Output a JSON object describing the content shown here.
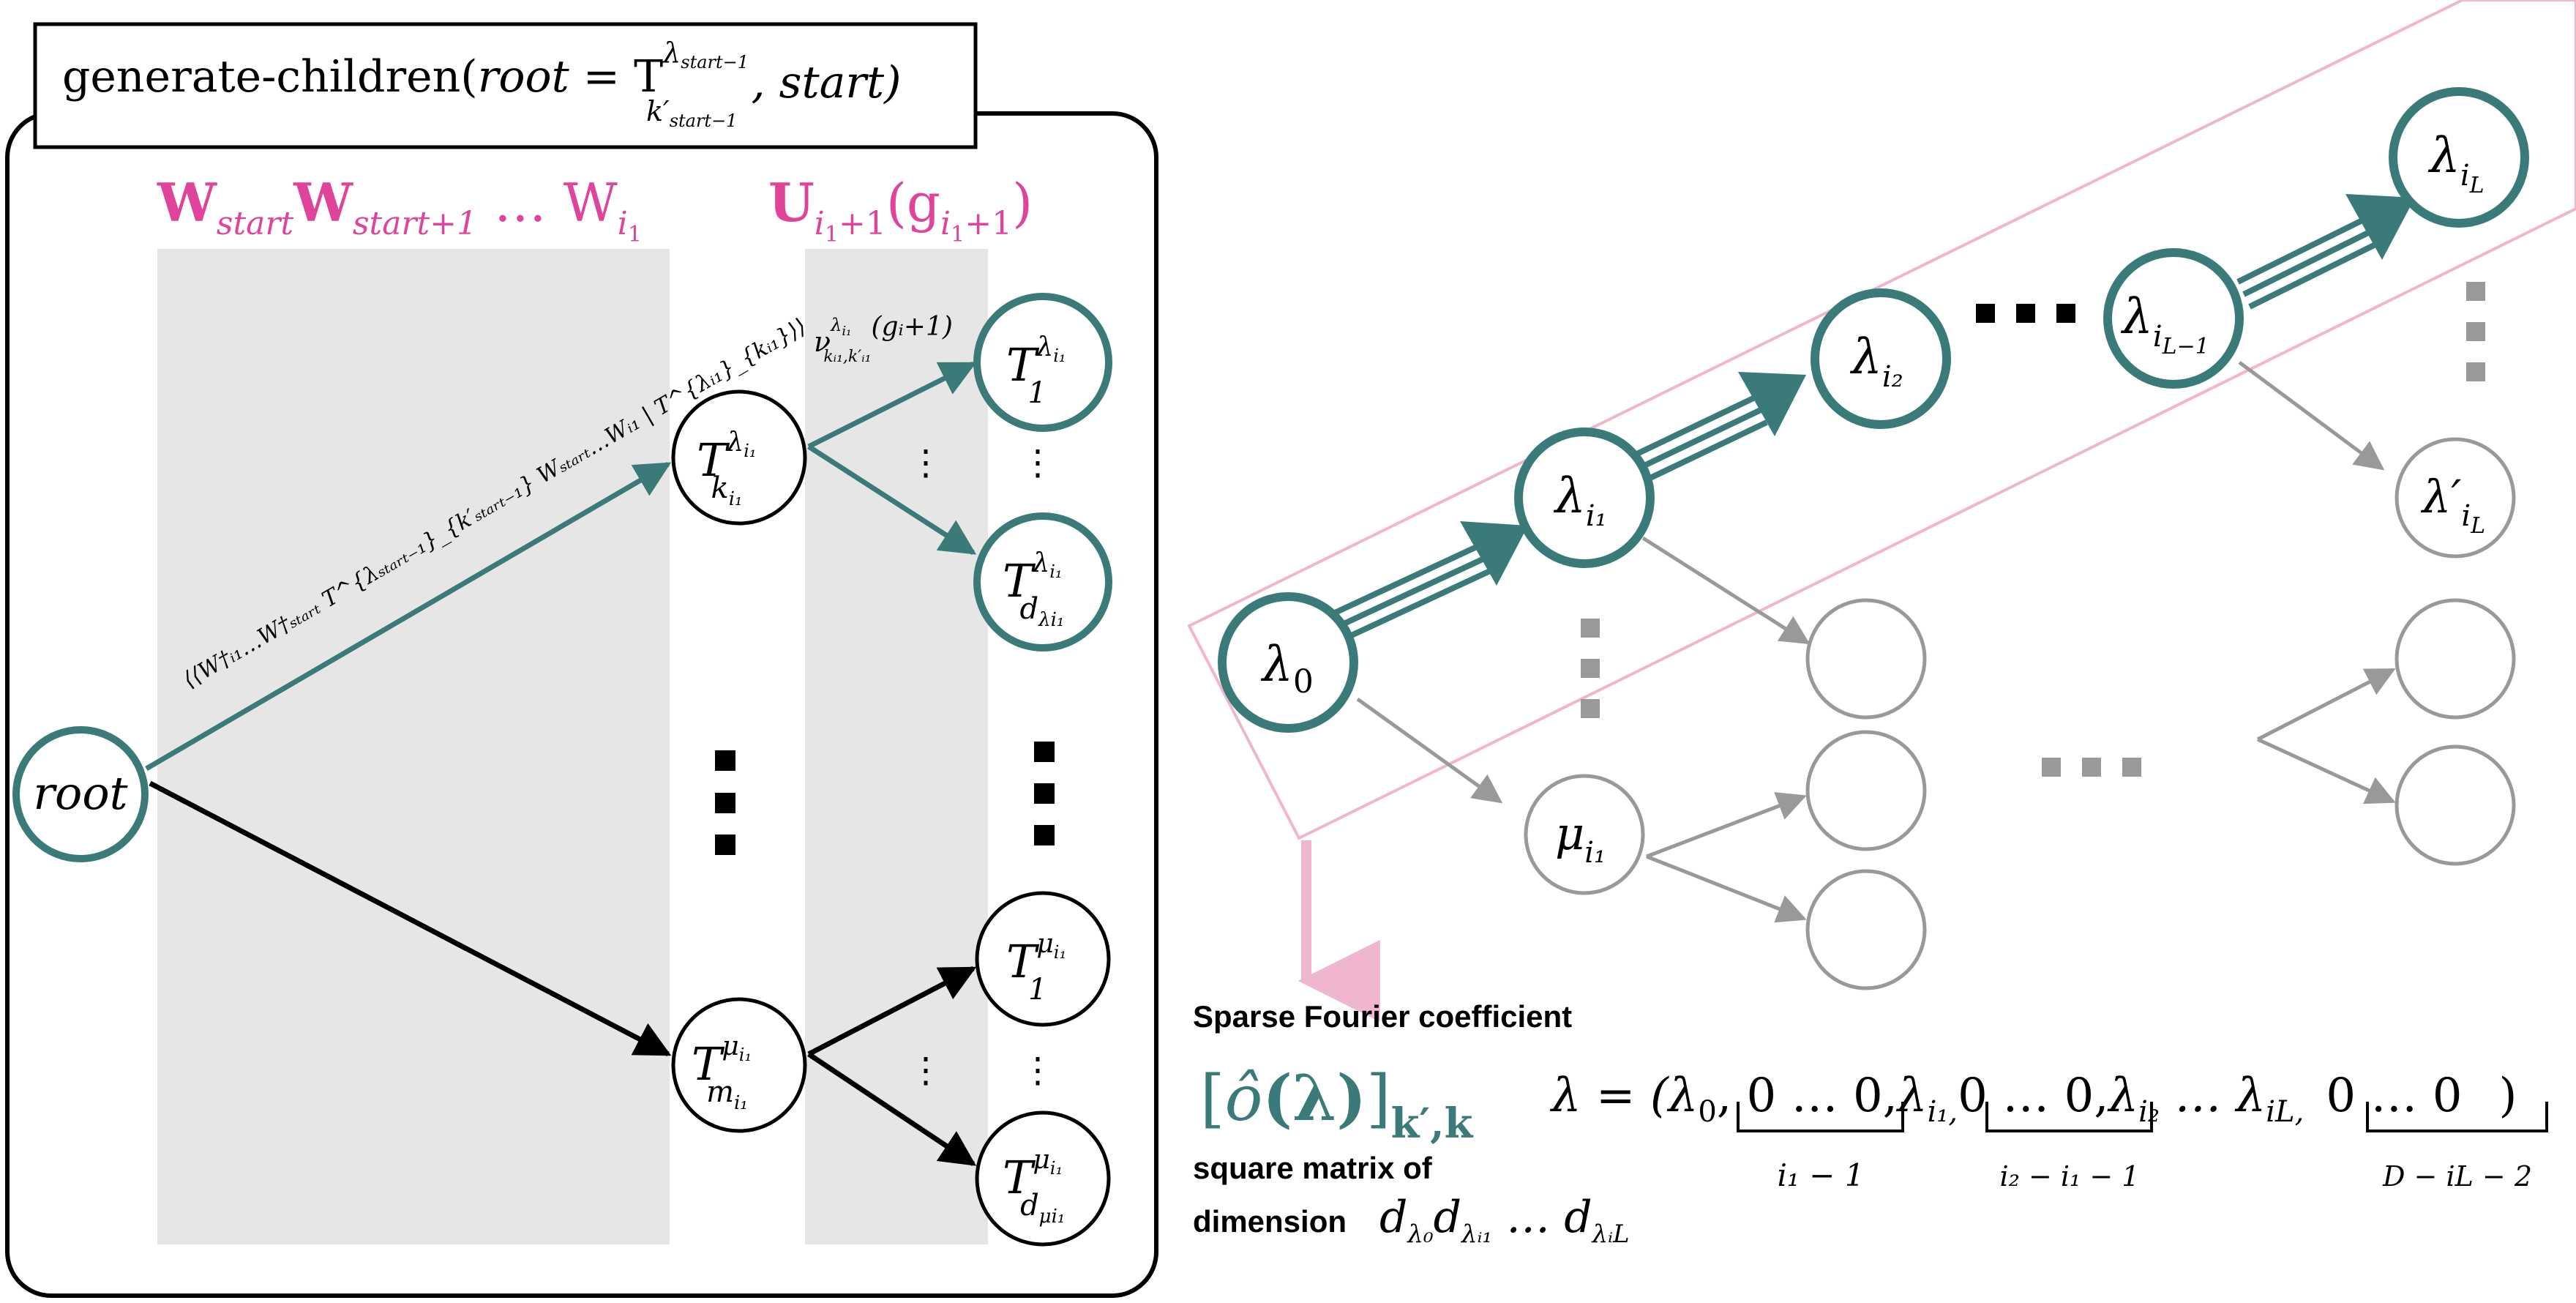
{
  "colors": {
    "teal": "#3a7a78",
    "pink": "#e0439a",
    "pink_light": "#f0b6cf",
    "gray": "#999999",
    "gray_band": "#e6e6e6",
    "black": "#000000"
  },
  "left_panel": {
    "title_prefix": "generate-children(",
    "title_root": "root",
    "title_eq": " = T",
    "title_sup": "λ",
    "title_sup_sub": "start−1",
    "title_sub": "k′",
    "title_sub_sub": "start−1",
    "title_start": " , start)",
    "band1_label": "W",
    "band1_sub1": "start",
    "band1_mid": "W",
    "band1_sub2": "start+1",
    "band1_dots": " … W",
    "band1_sub3": "i",
    "band1_sub3b": "1",
    "band2_label": "U",
    "band2_sub": "i",
    "band2_sub_b": "1",
    "band2_sub_c": "+1",
    "band2_arg": "(g",
    "band2_arg_sub": "i",
    "band2_arg_sub_b": "1",
    "band2_arg_c": "+1",
    "band2_close": ")",
    "root_label": "root",
    "edge_coeff": "⟨⟨W†ᵢ₁…W†ₛₜₐᵣₜ T^{λₛₜₐᵣₜ₋₁}_{k′ₛₜₐᵣₜ₋₁} Wₛₜₐᵣₜ…Wᵢ₁ | T^{λᵢ₁}_{kᵢ₁}⟩⟩",
    "edge_nu": "ν",
    "edge_nu_sup": "λ",
    "edge_nu_sup_sub": "i₁",
    "edge_nu_sub": "kᵢ₁,k′ᵢ₁",
    "edge_nu_arg": "(gᵢ+1)",
    "mid_dots": "⋮",
    "node_T": "T",
    "node_upper_sup": "λ",
    "node_upper_sup_sub": "i₁",
    "node_upper_sub": "k",
    "node_upper_sub_sub": "i₁",
    "node_lower_sup": "μ",
    "node_lower_sup_sub": "i₁",
    "node_lower_sub": "m",
    "node_lower_sub_sub": "i₁",
    "leaf1_sub": "1",
    "leaf2_sub": "d",
    "leaf2_sub_sub": "λi₁",
    "leaf4_sub": "d",
    "leaf4_sub_sub": "μi₁"
  },
  "right_panel": {
    "lambda0": "λ",
    "lambda0_sub": "0",
    "lambda_i1": "λ",
    "lambda_i1_sub": "i₁",
    "lambda_i2": "λ",
    "lambda_i2_sub": "i₂",
    "lambda_iL1": "λ",
    "lambda_iL1_sub": "i",
    "lambda_iL1_sub_sub": "L−1",
    "lambda_iL": "λ",
    "lambda_iL_sub": "i",
    "lambda_iL_sub_sub": "L",
    "lambda_prime": "λ′",
    "lambda_prime_sub": "i",
    "lambda_prime_sub_sub": "L",
    "mu_i1": "μ",
    "mu_i1_sub": "i₁",
    "sparse_label": "Sparse Fourier coefficient",
    "coef_open": "[",
    "coef_o": "ô",
    "coef_arg": "(λ)",
    "coef_close": "]",
    "coef_sub": "k′,k",
    "square_label": "square matrix of",
    "dimension_label": "dimension",
    "dim_expr": "d",
    "dim_sub1": "λ₀",
    "dim_sub2": "λᵢ₁",
    "dim_dots": " … d",
    "dim_sub3": "λᵢL",
    "lambda_eq": "λ = (λ",
    "lambda_eq_0": "0",
    "seg_zeros": "0 … 0,",
    "seg_last": "0 … 0",
    "eq_li1": "λ",
    "eq_li1_sub": "i₁,",
    "eq_li2": "λ",
    "eq_li2_sub": "i₂",
    "eq_mid_dots": " … λ",
    "eq_liL_sub": "iL,",
    "eq_close": ")",
    "brace1": "i₁ − 1",
    "brace2": "i₂ − i₁ − 1",
    "brace3": "D − iL − 2"
  }
}
